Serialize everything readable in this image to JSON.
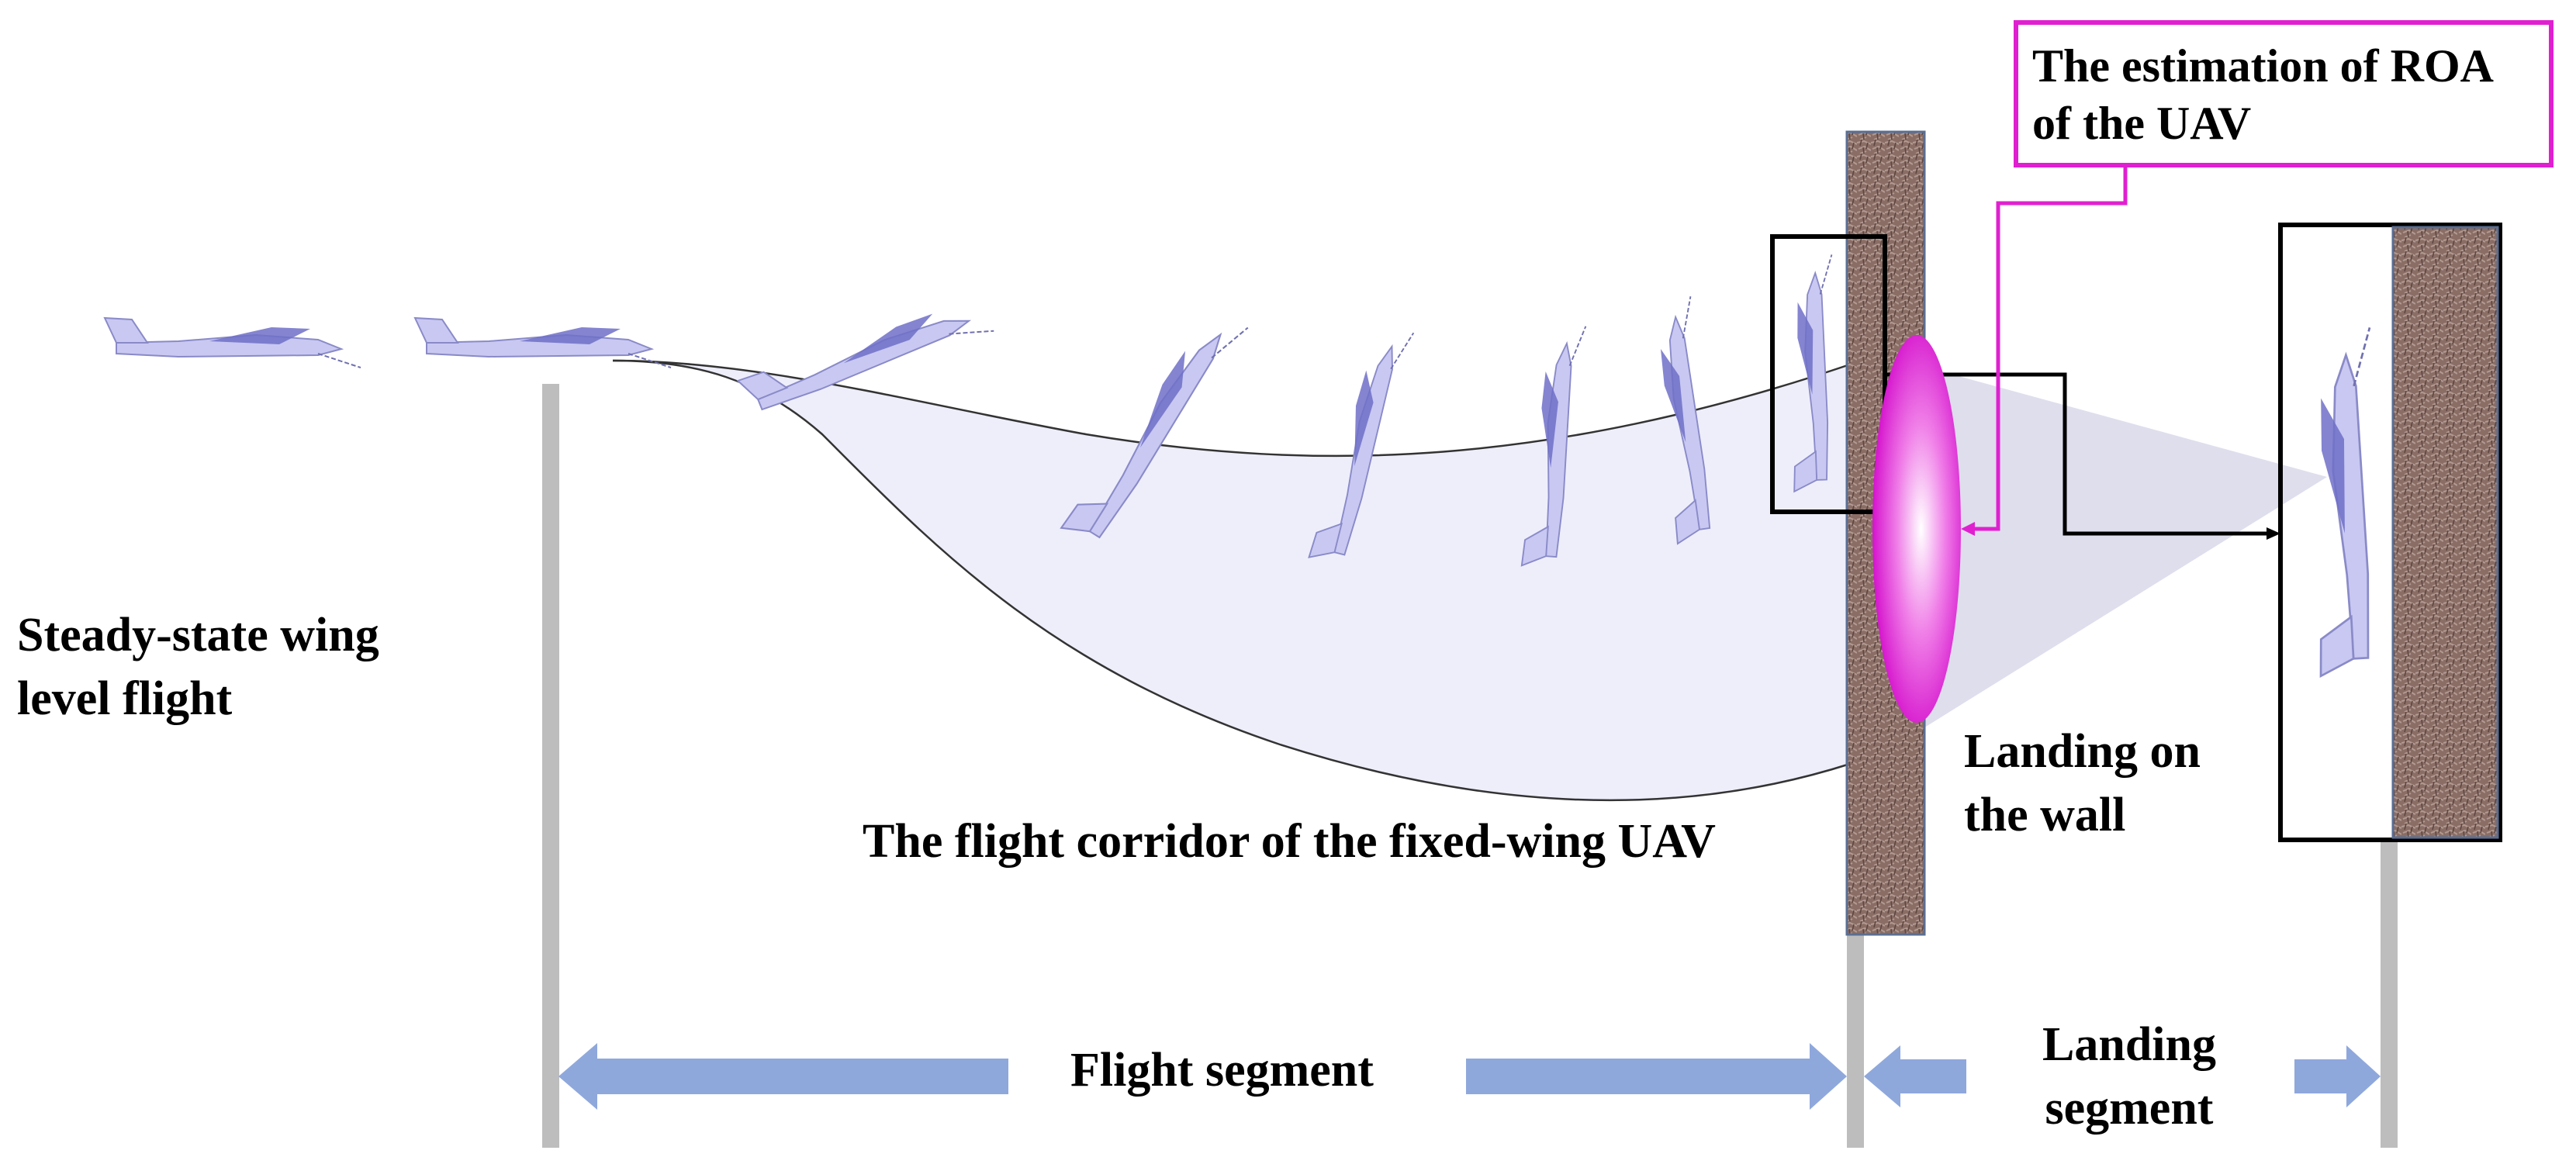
{
  "labels": {
    "steady_state": [
      "Steady-state wing",
      "level flight"
    ],
    "flight_corridor": "The flight corridor of the fixed-wing UAV",
    "landing_on_wall": [
      "Landing on",
      "the wall"
    ],
    "flight_segment": "Flight segment",
    "landing_segment": [
      "Landing",
      "segment"
    ],
    "roa_estimation": [
      "The estimation of ROA",
      "of the UAV"
    ]
  },
  "colors": {
    "aircraft_fill": "#c8c8f2",
    "aircraft_wing": "#6e6ec8",
    "corridor_fill": "#eeeefb",
    "wall_brown": "#8a6e66",
    "roa_magenta": "#e020d0",
    "segment_arrow": "#8fa8dc",
    "pole_gray": "#bdbdbd"
  }
}
